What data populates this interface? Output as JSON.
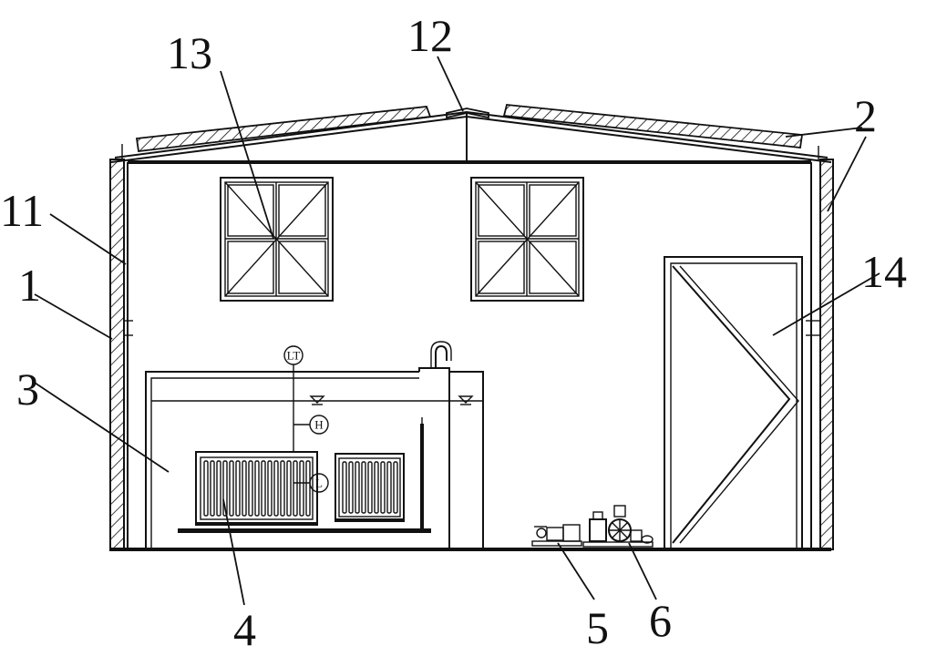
{
  "title": "",
  "callouts": {
    "n1": "1",
    "n2": "2",
    "n3": "3",
    "n4": "4",
    "n5": "5",
    "n6": "6",
    "n11": "11",
    "n12": "12",
    "n13": "13",
    "n14": "14"
  },
  "instruments": {
    "level_transmitter": "LT",
    "high_level": "H",
    "low_level": "L"
  }
}
